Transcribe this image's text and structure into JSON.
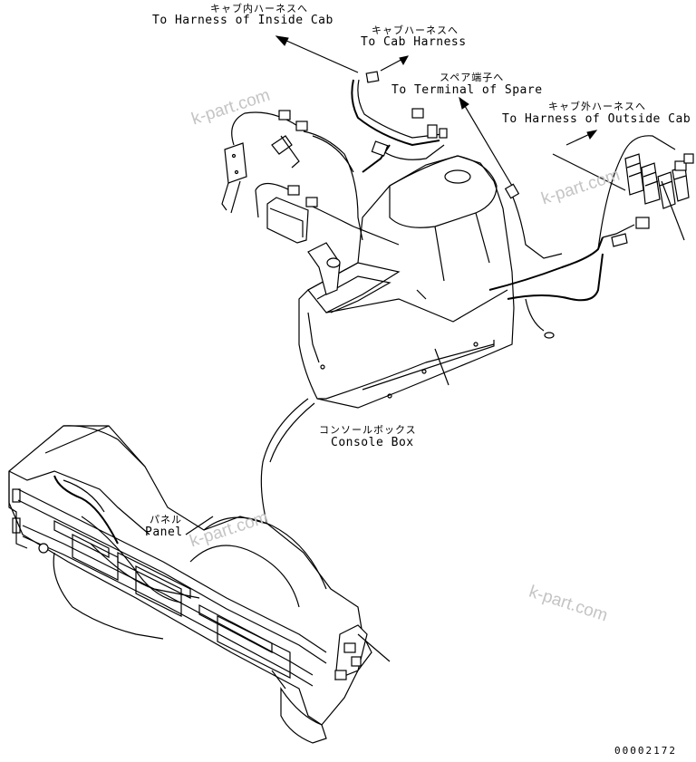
{
  "labels": {
    "inside_cab": {
      "jp": "キャブ内ハーネスへ",
      "en": "To Harness of Inside Cab"
    },
    "cab_harness": {
      "jp": "キャブハーネスへ",
      "en": "To Cab Harness"
    },
    "spare_terminal": {
      "jp": "スペア端子へ",
      "en": "To Terminal of Spare"
    },
    "outside_cab": {
      "jp": "キャブ外ハーネスへ",
      "en": "To Harness of Outside Cab"
    },
    "console_box": {
      "jp": "コンソールボックス",
      "en": "Console Box"
    },
    "panel": {
      "jp": "パネル",
      "en": "Panel"
    }
  },
  "watermark": "k-part.com",
  "drawing_code": "00002172"
}
